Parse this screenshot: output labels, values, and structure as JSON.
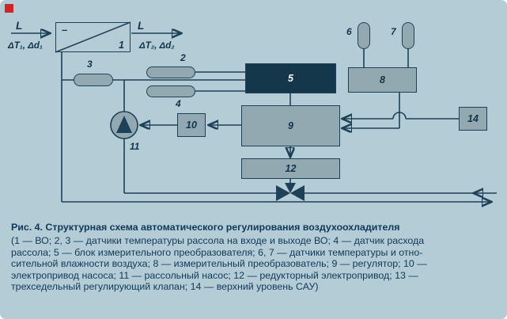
{
  "colors": {
    "background": "#b3ccd6",
    "line": "#1d4156",
    "block_fill": "#93a9b2",
    "block5_fill": "#14374b",
    "marker_red": "#d1232a",
    "text": "#0f3a57"
  },
  "diagram": {
    "exchanger": {
      "number": "1",
      "minus_sign": "–"
    },
    "air_flow": {
      "in": "L",
      "out": "L",
      "delta_in": "ΔT₁, Δd₁",
      "delta_out": "ΔT₂, Δd₂"
    },
    "labels": {
      "n2": "2",
      "n3": "3",
      "n4": "4",
      "n5": "5",
      "n6": "6",
      "n7": "7",
      "n8": "8",
      "n9": "9",
      "n10": "10",
      "n11": "11",
      "n12": "12",
      "n14": "14"
    }
  },
  "caption": {
    "title": "Рис. 4. Структурная схема автоматического регулирования воздухоохладителя",
    "lines": [
      "(1 — ВО; 2, 3 — датчики температуры рассола на входе и выходе ВО; 4 — датчик расхода",
      "рассола; 5 — блок измерительного преобразователя; 6, 7 — датчики температуры и отно-",
      "сительной влажности воздуха; 8 — измерительный преобразователь; 9 — регулятор; 10 —",
      "электропривод насоса; 11 — рассольный насос; 12 — редукторный электропривод; 13 —",
      "трехседельный регулирующий клапан; 14 — верхний уровень САУ)"
    ]
  }
}
